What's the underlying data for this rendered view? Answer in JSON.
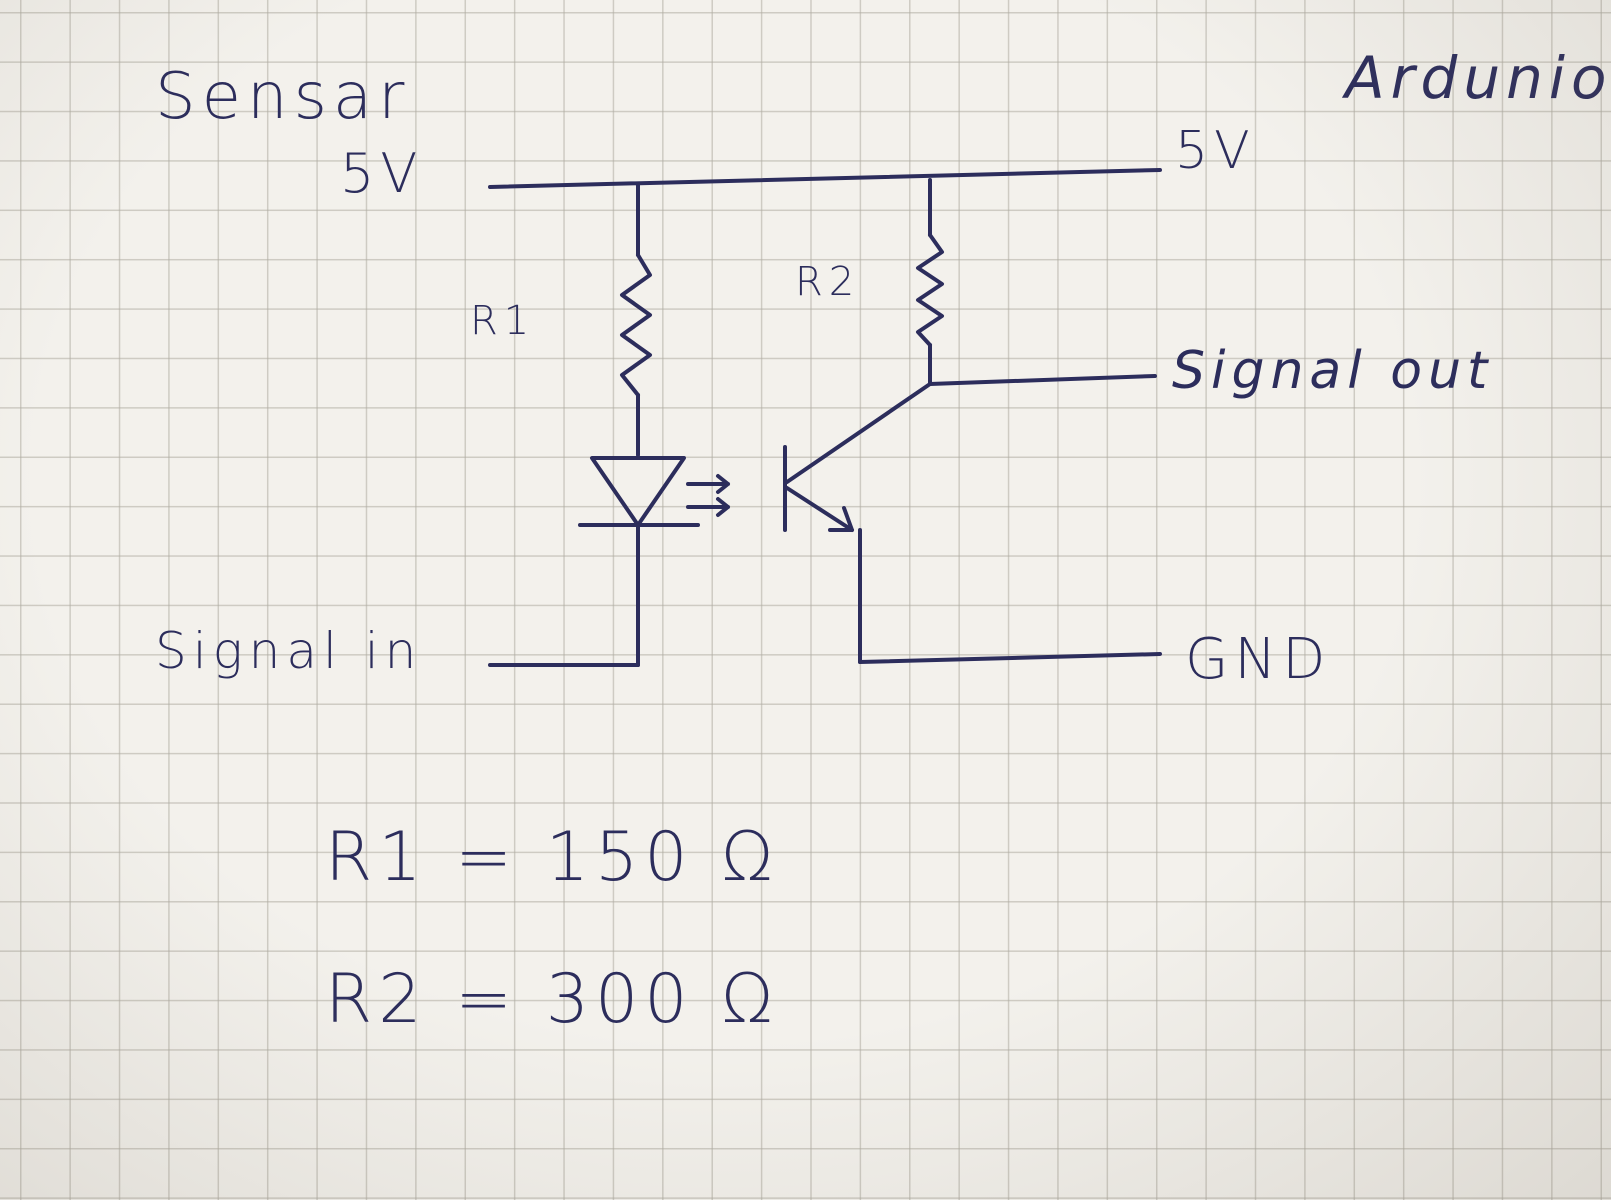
{
  "labels": {
    "sensor_title": "Sensar",
    "arduino_title": "Ardunio",
    "sensor_5v": "5V",
    "arduino_5v": "5V",
    "r1_label": "R1",
    "r2_label": "R2",
    "signal_out": "Signal out",
    "signal_in": "Signal in",
    "gnd": "GND"
  },
  "equations": {
    "r1": "R1 = 150 Ω",
    "r2": "R2 = 300 Ω"
  },
  "colors": {
    "ink": "#2c2d5c",
    "paper": "#f3f1ec",
    "grid": "#afaca2"
  }
}
